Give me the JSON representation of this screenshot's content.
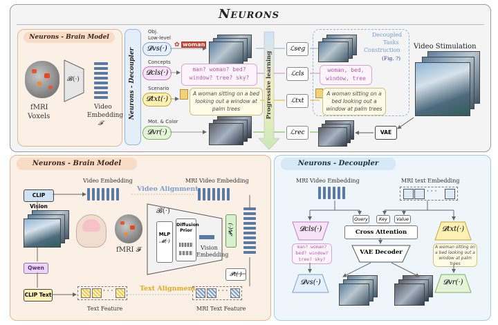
{
  "title": "Neurons",
  "top": {
    "brain_model_tag": "Neurons - Brain Model",
    "fmri_label": "fMRI",
    "voxels_label": "Voxels",
    "b_label": "𝓑(·)",
    "video_embedding_label": "Video",
    "embedding_label": "Embedding",
    "f_label": "𝓕",
    "decoupler_vertical": "Neurons - Decoupler",
    "branches": [
      {
        "label1": "Obj.",
        "label2": "Low-level",
        "fn": "𝓓vs(·)"
      },
      {
        "label1": "Concepts",
        "label2": "",
        "fn": "𝓓cls(·)"
      },
      {
        "label1": "Scenario",
        "label2": "",
        "fn": "𝓓txt(·)"
      },
      {
        "label1": "Mot. & Color",
        "label2": "",
        "fn": "𝓓vr(·)"
      }
    ],
    "woman_tag": "woman",
    "concept_text": "man? woman? bed? window? tree? sky?",
    "scenario_text": "A woman sitting on a bed looking out a window at palm trees",
    "progressive_label": "Progressive learning",
    "losses": [
      "ℒseg",
      "ℒcls",
      "ℒtxt",
      "ℒrec"
    ],
    "decoupled_title_1": "Decoupled",
    "decoupled_title_2": "Tasks",
    "decoupled_title_3": "Construction",
    "fig_ref": "(Fig. ?)",
    "right_concepts": "woman, bed, window, tree",
    "right_scenario": "A woman sitting on a bed looking out a window at palm trees",
    "video_stimulation": "Video Stimulation",
    "vae": "VAE"
  },
  "bottom_left": {
    "tag": "Neurons - Brain Model",
    "video_embedding": "Video Embedding",
    "mri_video_embedding": "MRI Video Embedding",
    "video_alignment": "Video Alignment",
    "clip_vision": "CLIP Vision",
    "qwen": "Qwen",
    "clip_text": "CLIP Text",
    "b_label": "𝓑(·)",
    "mlp": "MLP",
    "m_label": "𝓜(·)",
    "diffusion_prior_1": "Diffusion",
    "diffusion_prior_2": "Prior",
    "vision_embedding_1": "Vision",
    "vision_embedding_2": "Embedding",
    "pv_label": "𝓟v(·)",
    "pt_label": "𝓟t(·)",
    "fmri_f": "fMRI 𝓕",
    "text_alignment": "Text Alignment",
    "text_feature": "Text Feature",
    "mri_text_feature": "MRI Text Feature",
    "ellipsis": "· · ·"
  },
  "bottom_right": {
    "tag": "Neurons - Decoupler",
    "mri_video_embedding": "MRI Video Embedding",
    "mri_text_embedding": "MRI text Embedding",
    "query": "Query",
    "key": "Key",
    "value": "Value",
    "cross_attention": "Cross Attention",
    "vae_decoder": "VAE Decoder",
    "dcls": "𝓓cls(·)",
    "dtxt": "𝓓txt(·)",
    "dvs": "𝓓vs(·)",
    "dvr": "𝓓vr(·)",
    "concept_text": "man? woman? bed? window? tree? sky?",
    "scenario_text": "A woman sitting on a bed looking out a window at palm trees",
    "ellipsis": "· · ·"
  },
  "colors": {
    "top_panel": "#f2f2f2",
    "brain_panel": "#fbf0e6",
    "brain_border": "#e6b89a",
    "decoupler_panel": "#eef5fb",
    "decoupler_border": "#a9c9e3",
    "pink": "#e7c7e6",
    "yellow": "#fff2b3",
    "green": "#d9f0cf",
    "blue": "#cfe3f5"
  }
}
